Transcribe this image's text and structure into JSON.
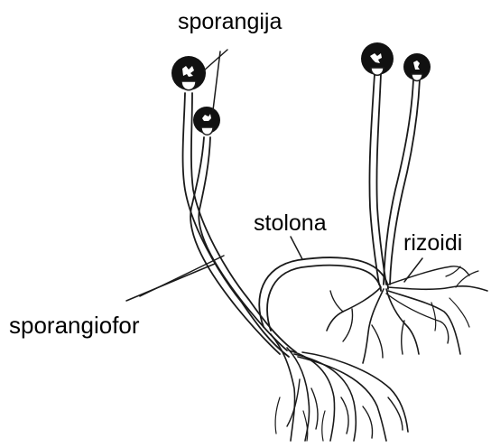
{
  "labels": {
    "sporangija": "sporangija",
    "stolona": "stolona",
    "rizoidi": "rizoidi",
    "sporangiofor": "sporangiofor"
  },
  "colors": {
    "ink": "#1a1a1a",
    "sporangium_fill": "#111111",
    "background": "#ffffff"
  },
  "icons": {
    "sporangium": "black-sporangium-circle",
    "columella": "white-columella-dome"
  }
}
